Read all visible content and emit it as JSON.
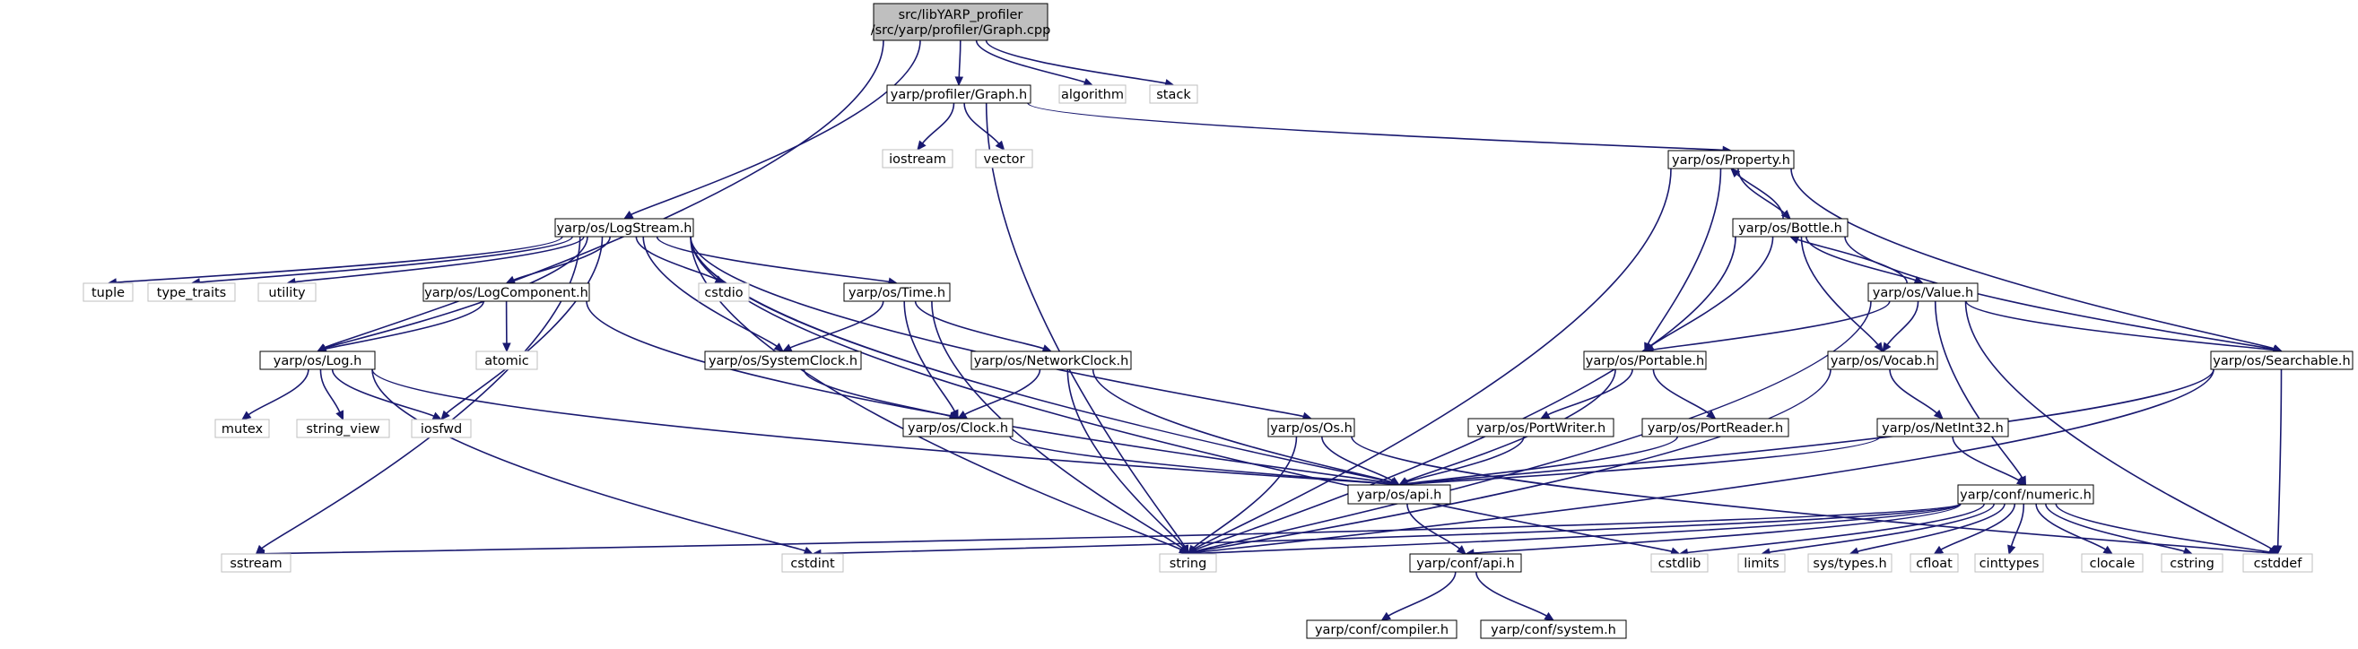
{
  "diagram": {
    "title": "Include dependency graph for Graph.cpp",
    "root_label": [
      "src/libYARP_profiler",
      "/src/yarp/profiler/Graph.cpp"
    ],
    "colors": {
      "edge": "#191970",
      "project_border": "#000000",
      "system_border": "#bfbfbf",
      "root_fill": "#bfbfbf"
    },
    "nodes": [
      {
        "id": "root",
        "lines": [
          "src/libYARP_profiler",
          "/src/yarp/profiler/Graph.cpp"
        ],
        "kind": "root"
      },
      {
        "id": "graph_h",
        "lines": [
          "yarp/profiler/Graph.h"
        ],
        "kind": "project"
      },
      {
        "id": "algorithm",
        "lines": [
          "algorithm"
        ],
        "kind": "system"
      },
      {
        "id": "stack",
        "lines": [
          "stack"
        ],
        "kind": "system"
      },
      {
        "id": "iostream",
        "lines": [
          "iostream"
        ],
        "kind": "system"
      },
      {
        "id": "vector",
        "lines": [
          "vector"
        ],
        "kind": "system"
      },
      {
        "id": "property_h",
        "lines": [
          "yarp/os/Property.h"
        ],
        "kind": "project"
      },
      {
        "id": "logstream_h",
        "lines": [
          "yarp/os/LogStream.h"
        ],
        "kind": "project"
      },
      {
        "id": "bottle_h",
        "lines": [
          "yarp/os/Bottle.h"
        ],
        "kind": "project"
      },
      {
        "id": "tuple",
        "lines": [
          "tuple"
        ],
        "kind": "system"
      },
      {
        "id": "type_traits",
        "lines": [
          "type_traits"
        ],
        "kind": "system"
      },
      {
        "id": "utility",
        "lines": [
          "utility"
        ],
        "kind": "system"
      },
      {
        "id": "logcomponent_h",
        "lines": [
          "yarp/os/LogComponent.h"
        ],
        "kind": "project"
      },
      {
        "id": "cstdio",
        "lines": [
          "cstdio"
        ],
        "kind": "system"
      },
      {
        "id": "time_h",
        "lines": [
          "yarp/os/Time.h"
        ],
        "kind": "project"
      },
      {
        "id": "value_h",
        "lines": [
          "yarp/os/Value.h"
        ],
        "kind": "project"
      },
      {
        "id": "log_h",
        "lines": [
          "yarp/os/Log.h"
        ],
        "kind": "project"
      },
      {
        "id": "atomic",
        "lines": [
          "atomic"
        ],
        "kind": "system"
      },
      {
        "id": "systemclock_h",
        "lines": [
          "yarp/os/SystemClock.h"
        ],
        "kind": "project"
      },
      {
        "id": "networkclock_h",
        "lines": [
          "yarp/os/NetworkClock.h"
        ],
        "kind": "project"
      },
      {
        "id": "portable_h",
        "lines": [
          "yarp/os/Portable.h"
        ],
        "kind": "project"
      },
      {
        "id": "vocab_h",
        "lines": [
          "yarp/os/Vocab.h"
        ],
        "kind": "project"
      },
      {
        "id": "searchable_h",
        "lines": [
          "yarp/os/Searchable.h"
        ],
        "kind": "project"
      },
      {
        "id": "mutex",
        "lines": [
          "mutex"
        ],
        "kind": "system"
      },
      {
        "id": "string_view",
        "lines": [
          "string_view"
        ],
        "kind": "system"
      },
      {
        "id": "iosfwd",
        "lines": [
          "iosfwd"
        ],
        "kind": "system"
      },
      {
        "id": "clock_h",
        "lines": [
          "yarp/os/Clock.h"
        ],
        "kind": "project"
      },
      {
        "id": "os_h",
        "lines": [
          "yarp/os/Os.h"
        ],
        "kind": "project"
      },
      {
        "id": "portwriter_h",
        "lines": [
          "yarp/os/PortWriter.h"
        ],
        "kind": "project"
      },
      {
        "id": "portreader_h",
        "lines": [
          "yarp/os/PortReader.h"
        ],
        "kind": "project"
      },
      {
        "id": "netint32_h",
        "lines": [
          "yarp/os/NetInt32.h"
        ],
        "kind": "project"
      },
      {
        "id": "os_api_h",
        "lines": [
          "yarp/os/api.h"
        ],
        "kind": "project"
      },
      {
        "id": "numeric_h",
        "lines": [
          "yarp/conf/numeric.h"
        ],
        "kind": "project"
      },
      {
        "id": "sstream",
        "lines": [
          "sstream"
        ],
        "kind": "system"
      },
      {
        "id": "cstdint",
        "lines": [
          "cstdint"
        ],
        "kind": "system"
      },
      {
        "id": "string",
        "lines": [
          "string"
        ],
        "kind": "system"
      },
      {
        "id": "conf_api_h",
        "lines": [
          "yarp/conf/api.h"
        ],
        "kind": "project"
      },
      {
        "id": "cstdlib",
        "lines": [
          "cstdlib"
        ],
        "kind": "system"
      },
      {
        "id": "limits",
        "lines": [
          "limits"
        ],
        "kind": "system"
      },
      {
        "id": "sys_types_h",
        "lines": [
          "sys/types.h"
        ],
        "kind": "system"
      },
      {
        "id": "cfloat",
        "lines": [
          "cfloat"
        ],
        "kind": "system"
      },
      {
        "id": "cinttypes",
        "lines": [
          "cinttypes"
        ],
        "kind": "system"
      },
      {
        "id": "clocale",
        "lines": [
          "clocale"
        ],
        "kind": "system"
      },
      {
        "id": "cstring",
        "lines": [
          "cstring"
        ],
        "kind": "system"
      },
      {
        "id": "cstddef",
        "lines": [
          "cstddef"
        ],
        "kind": "system"
      },
      {
        "id": "compiler_h",
        "lines": [
          "yarp/conf/compiler.h"
        ],
        "kind": "project"
      },
      {
        "id": "system_h",
        "lines": [
          "yarp/conf/system.h"
        ],
        "kind": "project"
      }
    ],
    "edges": [
      [
        "root",
        "graph_h"
      ],
      [
        "root",
        "algorithm"
      ],
      [
        "root",
        "stack"
      ],
      [
        "root",
        "logstream_h"
      ],
      [
        "root",
        "log_h"
      ],
      [
        "graph_h",
        "iostream"
      ],
      [
        "graph_h",
        "vector"
      ],
      [
        "graph_h",
        "property_h"
      ],
      [
        "graph_h",
        "string"
      ],
      [
        "property_h",
        "bottle_h"
      ],
      [
        "property_h",
        "portable_h"
      ],
      [
        "property_h",
        "searchable_h"
      ],
      [
        "property_h",
        "string"
      ],
      [
        "bottle_h",
        "property_h"
      ],
      [
        "bottle_h",
        "value_h"
      ],
      [
        "bottle_h",
        "portable_h"
      ],
      [
        "bottle_h",
        "vocab_h"
      ],
      [
        "bottle_h",
        "searchable_h"
      ],
      [
        "bottle_h",
        "string"
      ],
      [
        "value_h",
        "bottle_h"
      ],
      [
        "value_h",
        "portable_h"
      ],
      [
        "value_h",
        "vocab_h"
      ],
      [
        "value_h",
        "searchable_h"
      ],
      [
        "value_h",
        "numeric_h"
      ],
      [
        "value_h",
        "cstddef"
      ],
      [
        "value_h",
        "string"
      ],
      [
        "logstream_h",
        "tuple"
      ],
      [
        "logstream_h",
        "type_traits"
      ],
      [
        "logstream_h",
        "utility"
      ],
      [
        "logstream_h",
        "logcomponent_h"
      ],
      [
        "logstream_h",
        "cstdio"
      ],
      [
        "logstream_h",
        "time_h"
      ],
      [
        "logstream_h",
        "log_h"
      ],
      [
        "logstream_h",
        "systemclock_h"
      ],
      [
        "logstream_h",
        "os_h"
      ],
      [
        "logstream_h",
        "iosfwd"
      ],
      [
        "logstream_h",
        "sstream"
      ],
      [
        "logstream_h",
        "string"
      ],
      [
        "logstream_h",
        "os_api_h"
      ],
      [
        "logstream_h",
        "cstdlib"
      ],
      [
        "logcomponent_h",
        "atomic"
      ],
      [
        "logcomponent_h",
        "log_h"
      ],
      [
        "logcomponent_h",
        "os_api_h"
      ],
      [
        "time_h",
        "systemclock_h"
      ],
      [
        "time_h",
        "networkclock_h"
      ],
      [
        "time_h",
        "clock_h"
      ],
      [
        "time_h",
        "string"
      ],
      [
        "log_h",
        "mutex"
      ],
      [
        "log_h",
        "string_view"
      ],
      [
        "log_h",
        "iosfwd"
      ],
      [
        "log_h",
        "cstdint"
      ],
      [
        "log_h",
        "os_api_h"
      ],
      [
        "systemclock_h",
        "clock_h"
      ],
      [
        "networkclock_h",
        "clock_h"
      ],
      [
        "networkclock_h",
        "os_api_h"
      ],
      [
        "networkclock_h",
        "string"
      ],
      [
        "clock_h",
        "os_api_h"
      ],
      [
        "os_h",
        "os_api_h"
      ],
      [
        "os_h",
        "string"
      ],
      [
        "os_h",
        "cstddef"
      ],
      [
        "portable_h",
        "portwriter_h"
      ],
      [
        "portable_h",
        "portreader_h"
      ],
      [
        "portable_h",
        "os_api_h"
      ],
      [
        "portwriter_h",
        "os_api_h"
      ],
      [
        "portreader_h",
        "os_api_h"
      ],
      [
        "vocab_h",
        "netint32_h"
      ],
      [
        "vocab_h",
        "string"
      ],
      [
        "netint32_h",
        "numeric_h"
      ],
      [
        "netint32_h",
        "os_api_h"
      ],
      [
        "searchable_h",
        "os_api_h"
      ],
      [
        "searchable_h",
        "string"
      ],
      [
        "searchable_h",
        "cstddef"
      ],
      [
        "os_api_h",
        "conf_api_h"
      ],
      [
        "numeric_h",
        "sstream"
      ],
      [
        "numeric_h",
        "cstdint"
      ],
      [
        "numeric_h",
        "string"
      ],
      [
        "numeric_h",
        "conf_api_h"
      ],
      [
        "numeric_h",
        "cstdlib"
      ],
      [
        "numeric_h",
        "limits"
      ],
      [
        "numeric_h",
        "sys_types_h"
      ],
      [
        "numeric_h",
        "cfloat"
      ],
      [
        "numeric_h",
        "cinttypes"
      ],
      [
        "numeric_h",
        "clocale"
      ],
      [
        "numeric_h",
        "cstring"
      ],
      [
        "numeric_h",
        "cstddef"
      ],
      [
        "conf_api_h",
        "compiler_h"
      ],
      [
        "conf_api_h",
        "system_h"
      ]
    ]
  }
}
